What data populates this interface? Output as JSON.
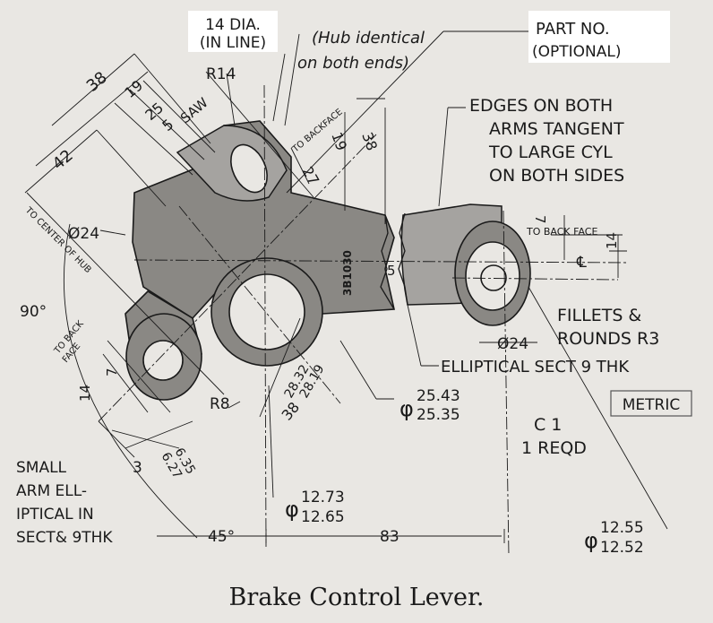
{
  "title": "Brake Control Lever.",
  "notes": {
    "dia14_line1": "14 DIA.",
    "dia14_line2": "(IN LINE)",
    "hub_line1": "(Hub identical",
    "hub_line2": "on both ends)",
    "part_line1": "PART NO.",
    "part_line2": "(OPTIONAL)",
    "edges": [
      "EDGES ON BOTH",
      "ARMS TANGENT",
      "TO LARGE CYL",
      "ON BOTH SIDES"
    ],
    "fillets": [
      "FILLETS &",
      "ROUNDS R3"
    ],
    "elliptical": "ELLIPTICAL SECT 9 THK",
    "metric": "METRIC",
    "c1": "C 1",
    "reqd": "1 REQD",
    "small_arm": [
      "SMALL",
      "ARM ELL-",
      "IPTICAL IN",
      "SECT&  9THK"
    ],
    "saw": "SAW",
    "to_backface_top": "TO BACKFACE",
    "to_back_face_right": "TO BACK FACE",
    "to_back_face_left": [
      "TO BACK",
      "FACE"
    ],
    "to_center_of_hub": "TO CENTER OF HUB",
    "part_number": "3B1030"
  },
  "dimensions": {
    "d38_top": "38",
    "d19": "19",
    "d25": "25",
    "d5_saw": "5",
    "d42": "42",
    "r14": "R14",
    "d19_right": "19",
    "d27": "27",
    "d38_right": "38",
    "dia24_left": "Ø24",
    "angle90": "90°",
    "d7_right": "7",
    "d14_right": "14",
    "d5_mid": "5",
    "dia24_small": "Ø24",
    "d7_left": "7",
    "d14_left": "14",
    "r8": "R8",
    "d28_upper": "28.32",
    "d28_lower": "28.19",
    "d38_bottom": "38",
    "dia2543_upper": "25.43",
    "dia2543_lower": "25.35",
    "dia_symbol": "φ",
    "d635": "6.35",
    "d627": "6.27",
    "d3": "3",
    "dia1273_upper": "12.73",
    "dia1273_lower": "12.65",
    "angle45": "45°",
    "d83": "83",
    "dia1255_upper": "12.55",
    "dia1255_lower": "12.52",
    "cl_symbol": "℄"
  },
  "colors": {
    "paper": "#e9e7e3",
    "ink": "#1a1a1a",
    "shading": "#8a8884"
  }
}
